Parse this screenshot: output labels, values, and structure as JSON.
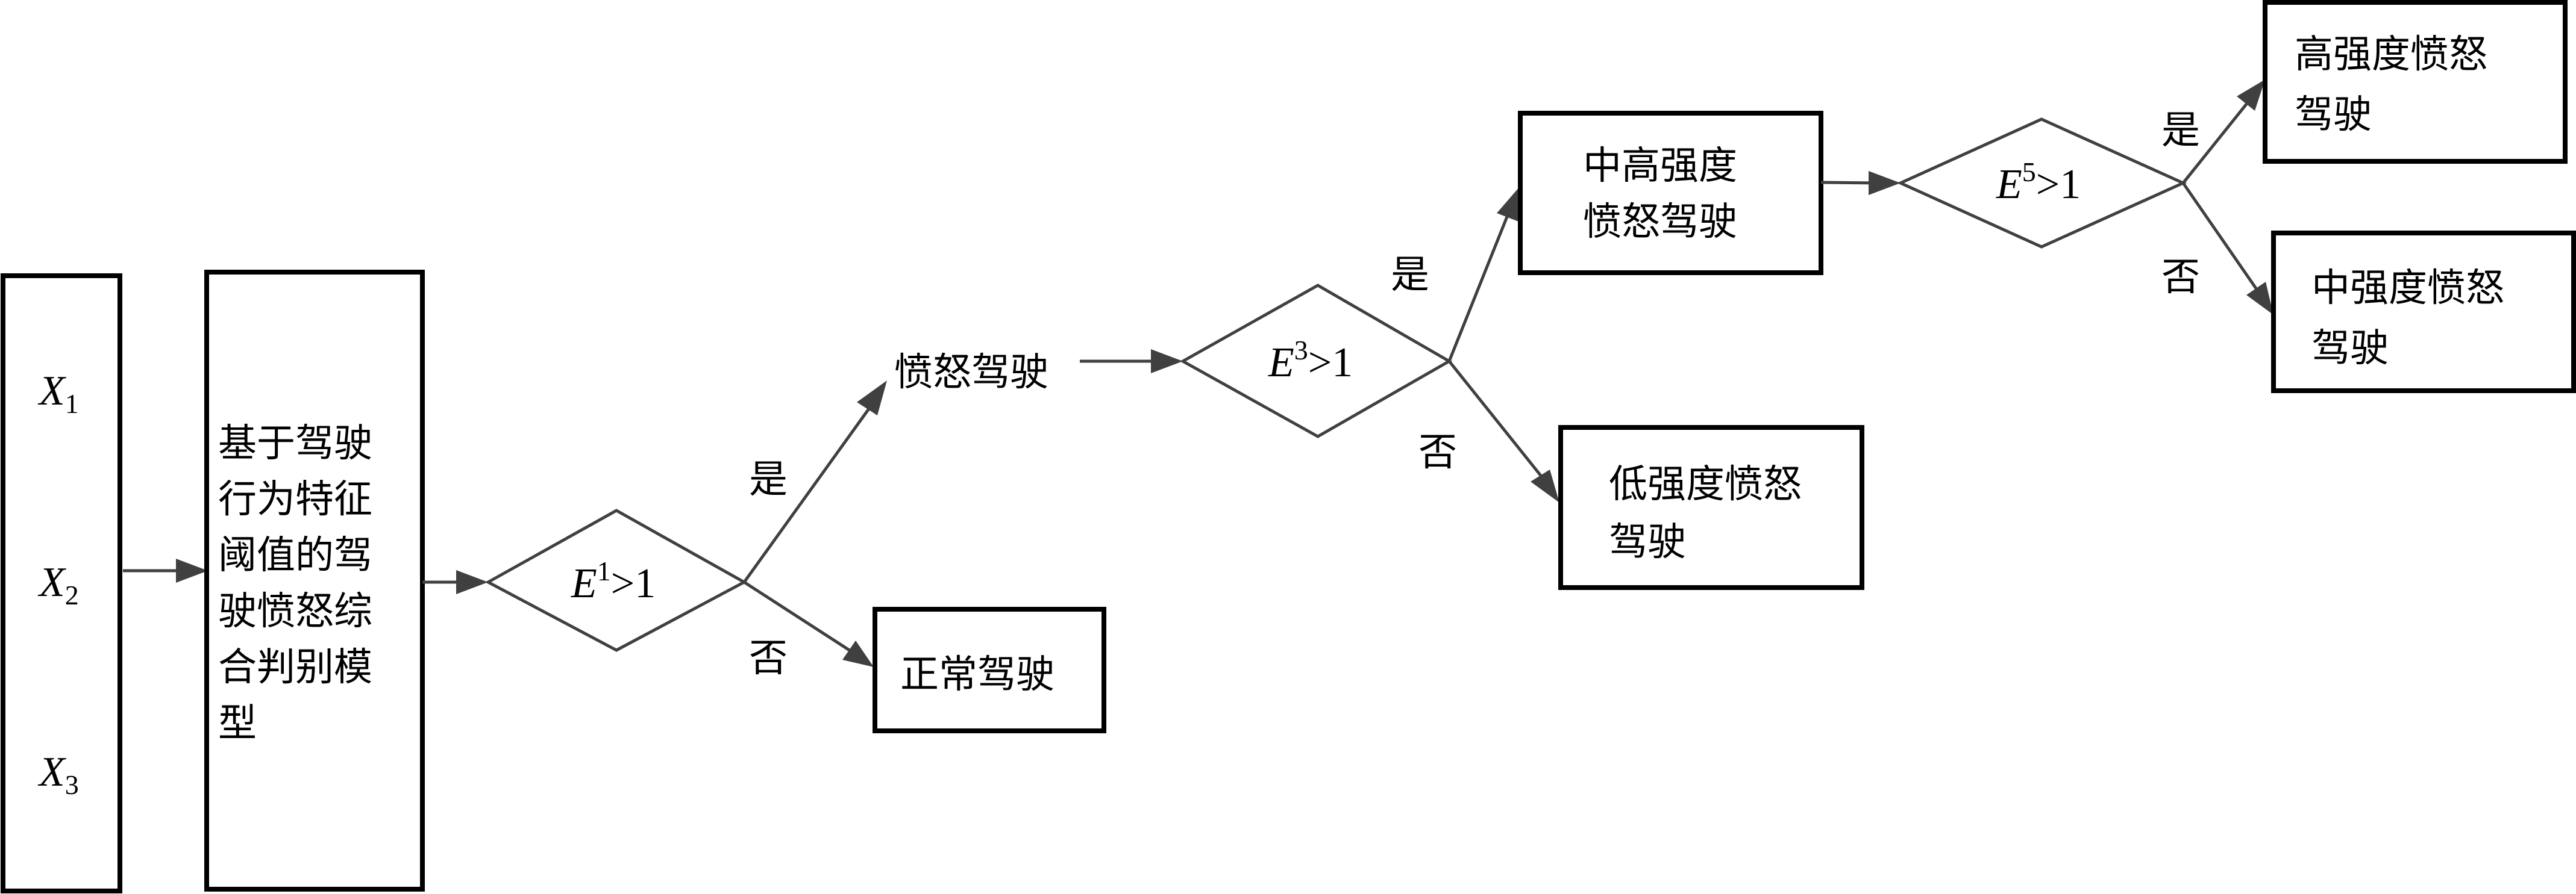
{
  "figure": {
    "inputs": {
      "variable": "X",
      "items": [
        {
          "symbol": "X",
          "subscript": "1"
        },
        {
          "symbol": "X",
          "subscript": "2"
        },
        {
          "symbol": "X",
          "subscript": "3"
        }
      ]
    },
    "model": {
      "lines": [
        "基于驾驶",
        "行为特征",
        "阈值的驾",
        "驶愤怒综",
        "合判别模",
        "型"
      ]
    },
    "decisions": [
      {
        "id": "d1",
        "symbol": "E",
        "superscript": "1",
        "rest": ">1"
      },
      {
        "id": "d3",
        "symbol": "E",
        "superscript": "3",
        "rest": ">1"
      },
      {
        "id": "d5",
        "symbol": "E",
        "superscript": "5",
        "rest": ">1"
      }
    ],
    "branch_labels": {
      "yes": "是",
      "no": "否"
    },
    "nodes": {
      "normal": {
        "lines": [
          "正常驾驶"
        ]
      },
      "angry": {
        "lines": [
          "愤怒驾驶"
        ]
      },
      "mid_high": {
        "lines": [
          "中高强度",
          "愤怒驾驶"
        ]
      },
      "low": {
        "lines": [
          "低强度愤怒",
          "驾驶"
        ]
      },
      "high": {
        "lines": [
          "高强度愤怒",
          "驾驶"
        ]
      },
      "mid": {
        "lines": [
          "中强度愤怒",
          "驾驶"
        ]
      }
    },
    "colors": {
      "box_stroke": "#000000",
      "line": "#404040",
      "text": "#000000",
      "background": "#ffffff"
    }
  }
}
